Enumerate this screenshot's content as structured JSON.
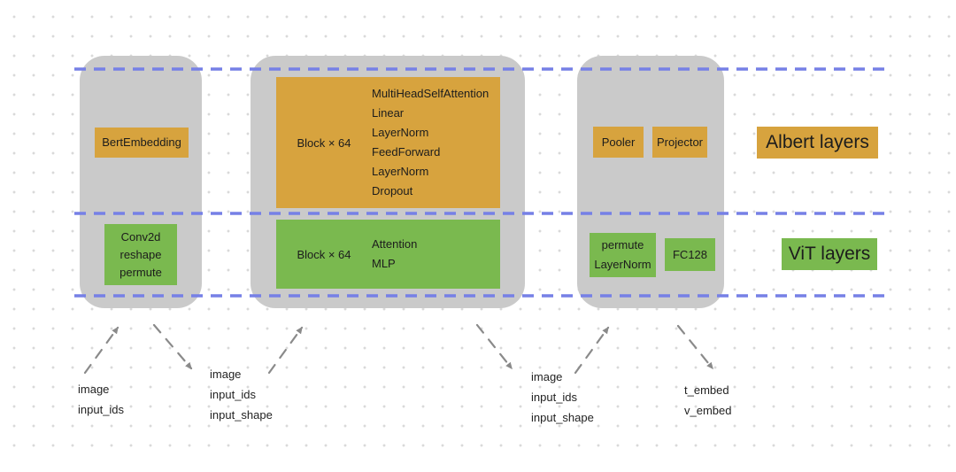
{
  "colors": {
    "albert": "#d7a33e",
    "vit": "#7ab94f",
    "container": "#cacaca",
    "dash_blue": "#7680e6",
    "arrow_gray": "#8a8a8a",
    "dot_grid": "#d9d9d9"
  },
  "legend": {
    "albert_label": "Albert layers",
    "vit_label": "ViT layers"
  },
  "embedding_column": {
    "albert_box": "BertEmbedding",
    "vit_box_lines": [
      "Conv2d",
      "reshape",
      "permute"
    ]
  },
  "encoder_column": {
    "albert_block_label": "Block × 64",
    "albert_layers": [
      "MultiHeadSelfAttention",
      "Linear",
      "LayerNorm",
      "FeedForward",
      "LayerNorm",
      "Dropout"
    ],
    "vit_block_label": "Block × 64",
    "vit_layers": [
      "Attention",
      "MLP"
    ]
  },
  "head_column": {
    "pooler": "Pooler",
    "projector": "Projector",
    "vit_norm_lines": [
      "permute",
      "LayerNorm"
    ],
    "fc": "FC128"
  },
  "io_labels": {
    "left_inputs": "image\ninput_ids",
    "mid_left_inputs": "image\ninput_ids\ninput_shape",
    "mid_right_inputs": "image\ninput_ids\ninput_shape",
    "outputs": "t_embed\nv_embed"
  }
}
